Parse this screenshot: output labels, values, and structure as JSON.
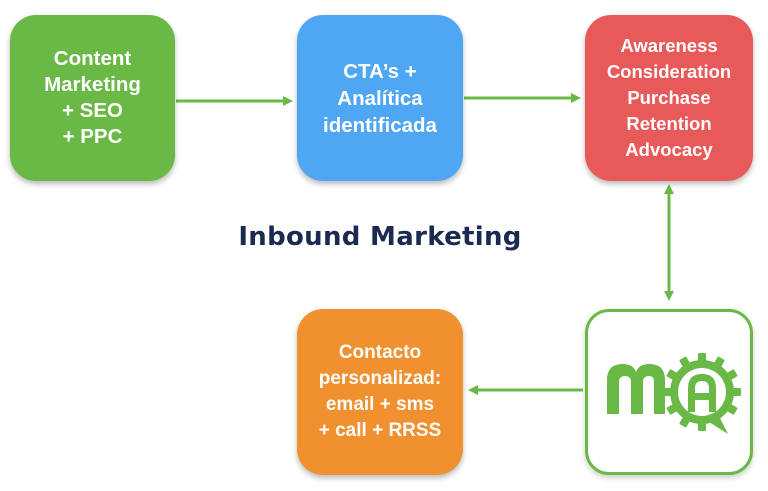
{
  "title": "Inbound Marketing",
  "nodes": {
    "content": {
      "lines": [
        "Content",
        "Marketing",
        "+ SEO",
        "+ PPC"
      ],
      "color": "#6ab845"
    },
    "cta": {
      "lines": [
        "CTA’s +",
        "Analítica",
        "identificada"
      ],
      "color": "#4fa6f2"
    },
    "stages": {
      "lines": [
        "Awareness",
        "Consideration",
        "Purchase",
        "Retention",
        "Advocacy"
      ],
      "color": "#e85a59"
    },
    "contact": {
      "lines": [
        "Contacto",
        "personalizad:",
        "email + sms",
        "+ call + RRSS"
      ],
      "color": "#f0902e"
    },
    "ma_logo": {
      "icon": "ma-logo-icon",
      "letters": "MA",
      "color": "#6ab845"
    }
  },
  "connectors": {
    "color": "#6ab845",
    "edges": [
      {
        "from": "content",
        "to": "cta",
        "direction": "forward"
      },
      {
        "from": "cta",
        "to": "stages",
        "direction": "forward"
      },
      {
        "from": "stages",
        "to": "ma_logo",
        "direction": "both"
      },
      {
        "from": "ma_logo",
        "to": "contact",
        "direction": "forward"
      }
    ]
  }
}
